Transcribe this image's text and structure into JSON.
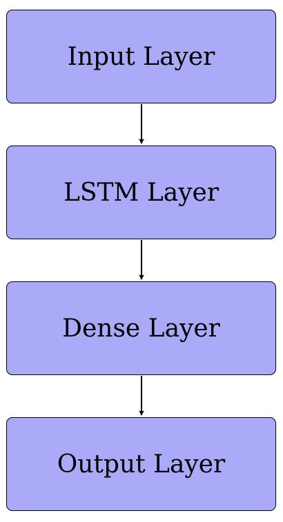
{
  "style": {
    "box_fill": "#aaaaf8",
    "box_stroke": "#000000",
    "arrow_color": "#000000",
    "text_color": "#000000"
  },
  "layers": [
    {
      "label": "Input Layer"
    },
    {
      "label": "LSTM Layer"
    },
    {
      "label": "Dense Layer"
    },
    {
      "label": "Output Layer"
    }
  ],
  "edges": [
    {
      "from": "Input Layer",
      "to": "LSTM Layer"
    },
    {
      "from": "LSTM Layer",
      "to": "Dense Layer"
    },
    {
      "from": "Dense Layer",
      "to": "Output Layer"
    }
  ]
}
